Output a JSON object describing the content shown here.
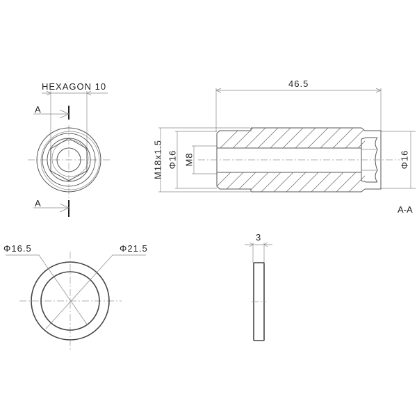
{
  "drawing": {
    "front_view": {
      "hexagon_label": "HEXAGON 10",
      "section_mark_top": "A",
      "section_mark_bottom": "A"
    },
    "section_view": {
      "length_dim": "46.5",
      "thread_dim": "M18x1.5",
      "left_diameter_dim": "Φ16",
      "bore_dim": "M8",
      "right_diameter_dim": "Φ16",
      "section_label": "A-A"
    },
    "washer_front": {
      "inner_diameter_dim": "Φ16.5",
      "outer_diameter_dim": "Φ21.5"
    },
    "washer_side": {
      "thickness_dim": "3"
    },
    "colors": {
      "line": "#555555",
      "text": "#222222",
      "background": "#ffffff"
    }
  }
}
